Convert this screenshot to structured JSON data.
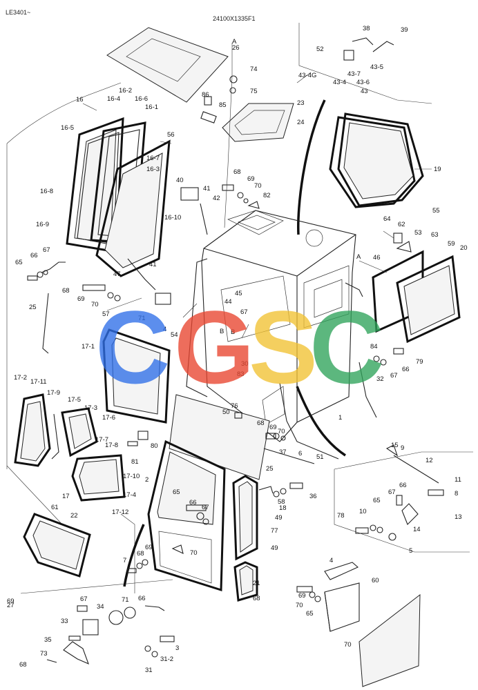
{
  "header": {
    "serial_range": "LE3401~",
    "drawing_number": "24100X1335F1"
  },
  "watermark": {
    "letters": [
      {
        "char": "C",
        "color": "#2f6fe8"
      },
      {
        "char": "G",
        "color": "#e8452f"
      },
      {
        "char": "S",
        "color": "#f2c233"
      },
      {
        "char": "C",
        "color": "#2fa35a"
      }
    ]
  },
  "callouts": [
    "26",
    "A",
    "74",
    "75",
    "86",
    "85",
    "23",
    "24",
    "16",
    "16-2",
    "16-4",
    "16-6",
    "16-1",
    "16-5",
    "56",
    "16-7",
    "16-3",
    "16-8",
    "16-10",
    "16-9",
    "68",
    "69",
    "70",
    "82",
    "40",
    "41",
    "42",
    "38",
    "39",
    "52",
    "43-4G",
    "43-7",
    "43-5",
    "43-4",
    "43-6",
    "43",
    "19",
    "55",
    "64",
    "62",
    "53",
    "63",
    "59",
    "20",
    "A",
    "46",
    "65",
    "66",
    "67",
    "47",
    "41",
    "68",
    "69",
    "70",
    "71",
    "45",
    "44",
    "67",
    "25",
    "57",
    "54",
    "4",
    "B",
    "30",
    "83",
    "B",
    "84",
    "79",
    "67",
    "66",
    "32",
    "17-1",
    "17-2",
    "17-11",
    "17-9",
    "17-5",
    "17-3",
    "17-6",
    "17-7",
    "17-8",
    "76",
    "50",
    "68",
    "69",
    "70",
    "37",
    "1",
    "81",
    "80",
    "6",
    "51",
    "17-10",
    "17-4",
    "17-12",
    "17",
    "61",
    "22",
    "2",
    "25",
    "65",
    "66",
    "67",
    "7",
    "68",
    "69",
    "70",
    "36",
    "58",
    "18",
    "49",
    "77",
    "49",
    "15",
    "9",
    "12",
    "11",
    "8",
    "67",
    "66",
    "65",
    "10",
    "78",
    "13",
    "14",
    "5",
    "4",
    "60",
    "21",
    "68",
    "69",
    "70",
    "65",
    "66",
    "67",
    "34",
    "71",
    "33",
    "35",
    "3",
    "73",
    "68",
    "31",
    "31-2",
    "70",
    "69",
    "27"
  ]
}
